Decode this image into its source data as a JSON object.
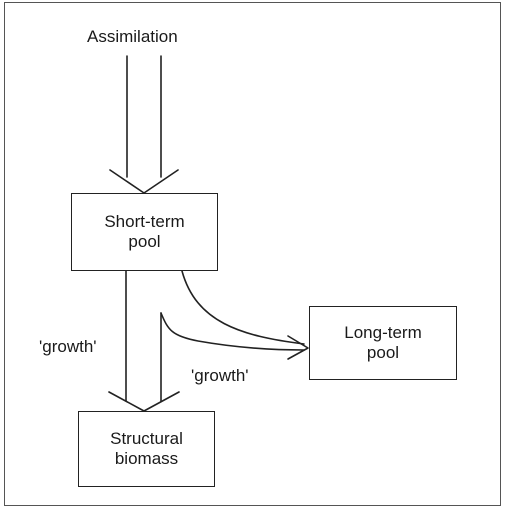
{
  "diagram": {
    "nodes": {
      "assimilation": "Assimilation",
      "short_term_pool": [
        "Short-term",
        "pool"
      ],
      "long_term_pool": [
        "Long-term",
        "pool"
      ],
      "structural_biomass": [
        "Structural",
        "biomass"
      ]
    },
    "edge_labels": {
      "growth_vertical": "'growth'",
      "growth_curved": "'growth'"
    }
  }
}
